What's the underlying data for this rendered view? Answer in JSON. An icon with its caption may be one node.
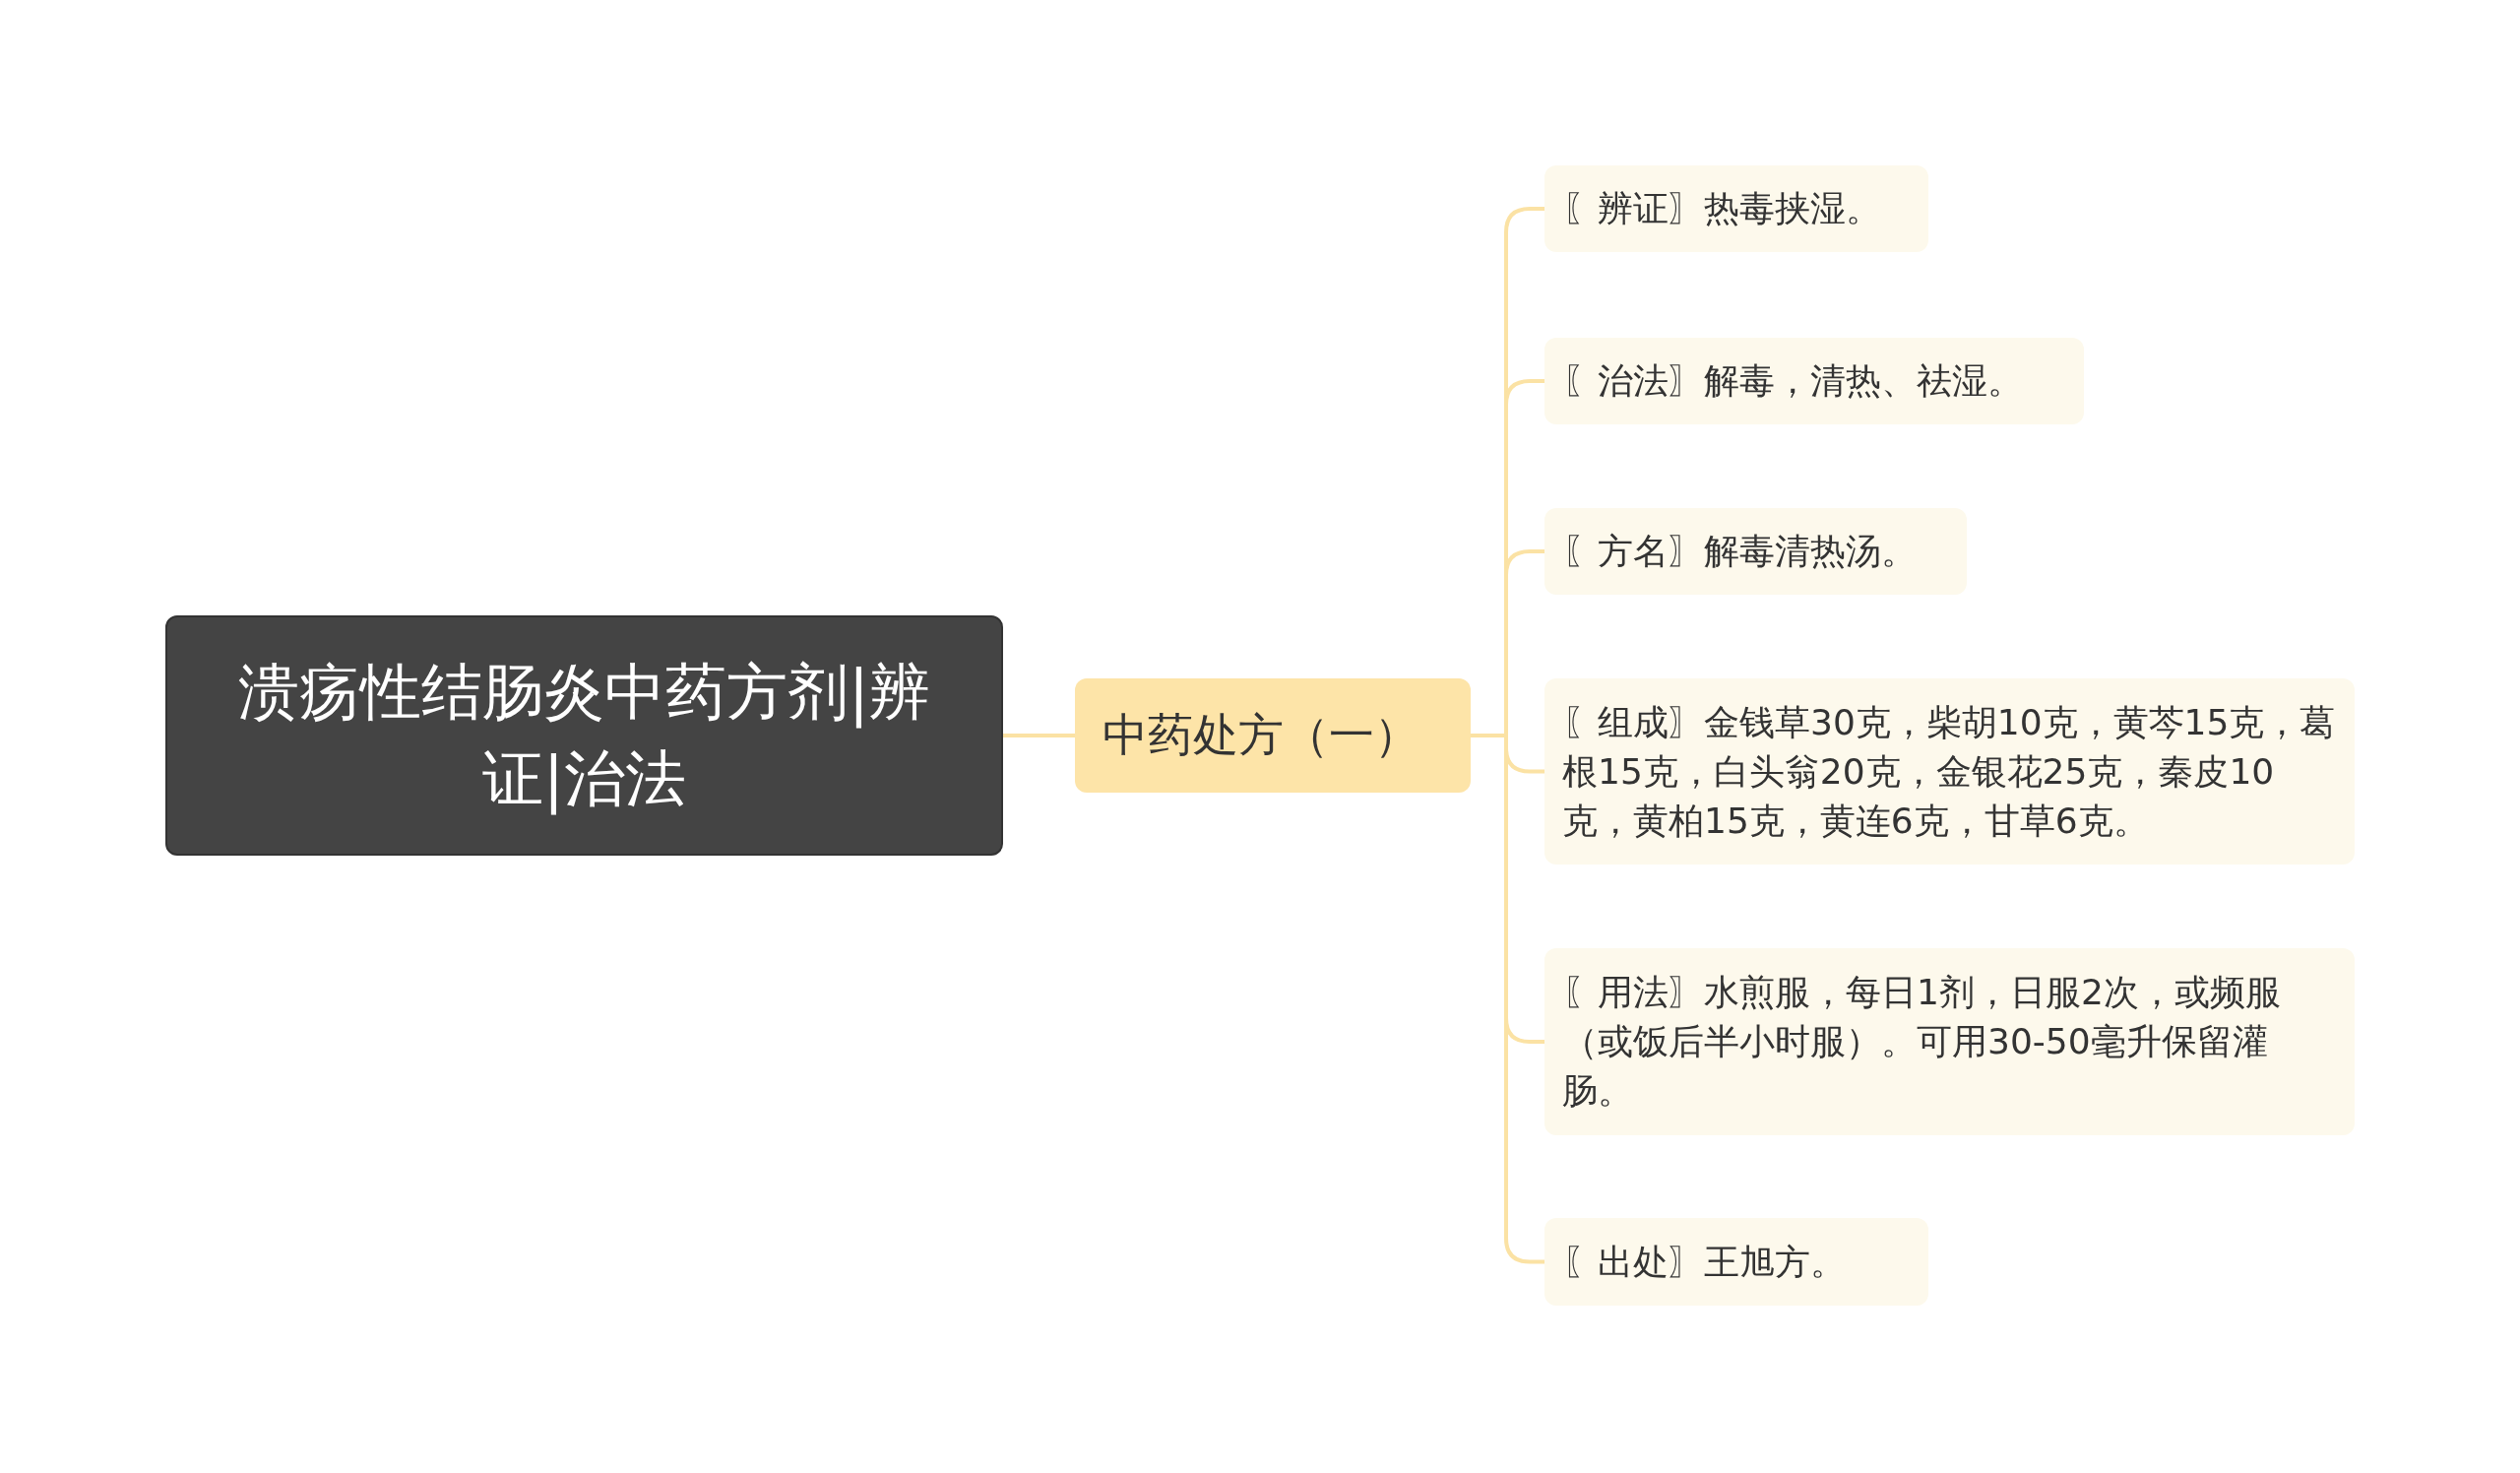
{
  "diagram": {
    "nodes": [
      {
        "text": [
          "溃疡性结肠炎中药方剂|辨证|治法"
        ]
      },
      {
        "text": [
          "中药处方（一）"
        ]
      },
      {
        "text": [
          "〖辨证〗热毒挟湿。"
        ]
      },
      {
        "text": [
          "〖治法〗解毒，清热、祛湿。"
        ]
      },
      {
        "text": [
          "〖方名〗解毒清热汤。"
        ]
      },
      {
        "text": [
          "〖组成〗金钱草30克，柴胡10克，黄芩15克，葛根15克，白头翁20克，金银花25克，秦皮10克，黄柏15克，黄连6克，甘草6克。"
        ]
      },
      {
        "text": [
          "〖用法〗水煎服，每日1剂，日服2次，或频服（或饭后半小时服）。可用30-50毫升保留灌肠。"
        ]
      },
      {
        "text": [
          "〖出处〗王旭方。"
        ]
      }
    ],
    "edges": [
      {
        "from": 0,
        "to": 1,
        "arrow": "none"
      },
      {
        "from": 1,
        "to": 2,
        "arrow": "none"
      },
      {
        "from": 1,
        "to": 3,
        "arrow": "none"
      },
      {
        "from": 1,
        "to": 4,
        "arrow": "none"
      },
      {
        "from": 1,
        "to": 5,
        "arrow": "none"
      },
      {
        "from": 1,
        "to": 6,
        "arrow": "none"
      },
      {
        "from": 1,
        "to": 7,
        "arrow": "none"
      }
    ]
  }
}
